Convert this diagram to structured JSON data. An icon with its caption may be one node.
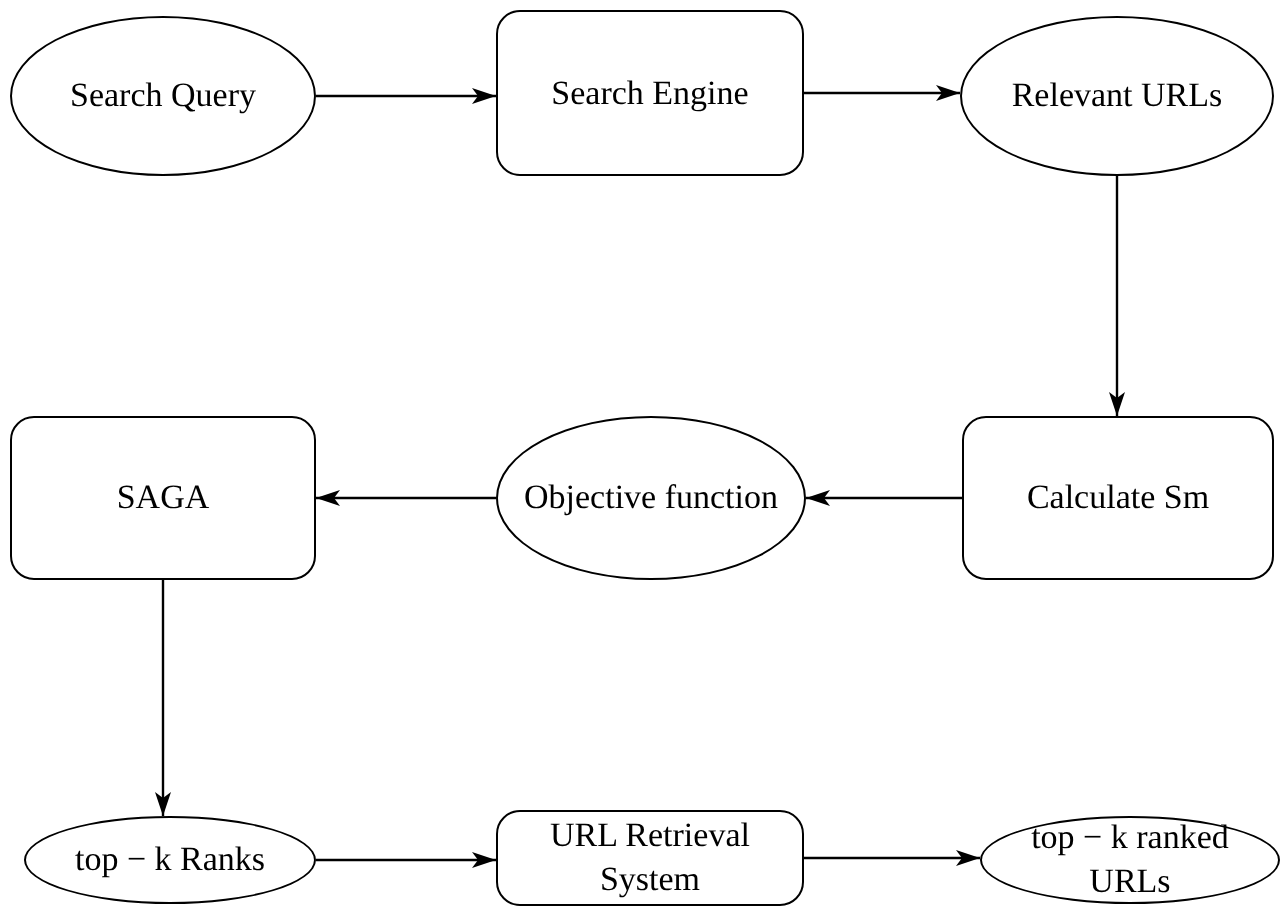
{
  "diagram": {
    "nodes": [
      {
        "text": [
          "Search Query"
        ]
      },
      {
        "text": [
          "Search Engine"
        ]
      },
      {
        "text": [
          "Relevant URLs"
        ]
      },
      {
        "text": [
          "Calculate Sm"
        ]
      },
      {
        "text": [
          "Objective function"
        ]
      },
      {
        "text": [
          "SAGA"
        ]
      },
      {
        "text": [
          "top − k Ranks"
        ]
      },
      {
        "text": [
          "URL Retrieval System"
        ]
      },
      {
        "text": [
          "top − k ranked URLs"
        ]
      }
    ],
    "edges": [
      {
        "from": 0,
        "to": 1,
        "arrow": "to"
      },
      {
        "from": 1,
        "to": 2,
        "arrow": "to"
      },
      {
        "from": 2,
        "to": 3,
        "arrow": "to"
      },
      {
        "from": 3,
        "to": 4,
        "arrow": "to"
      },
      {
        "from": 4,
        "to": 5,
        "arrow": "to"
      },
      {
        "from": 5,
        "to": 6,
        "arrow": "to"
      },
      {
        "from": 6,
        "to": 7,
        "arrow": "to"
      },
      {
        "from": 7,
        "to": 8,
        "arrow": "to"
      }
    ]
  }
}
